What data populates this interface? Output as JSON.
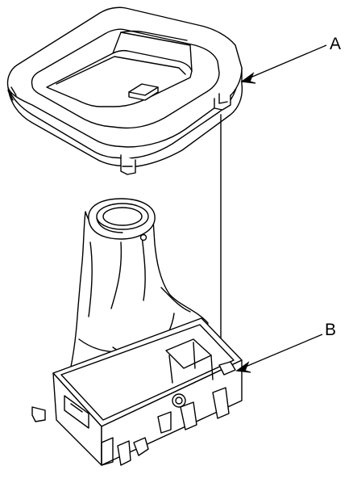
{
  "callouts": [
    {
      "letter": "A",
      "part": "shift-lever-console-trim"
    },
    {
      "letter": "B",
      "part": "shifter-boot-and-base"
    }
  ]
}
